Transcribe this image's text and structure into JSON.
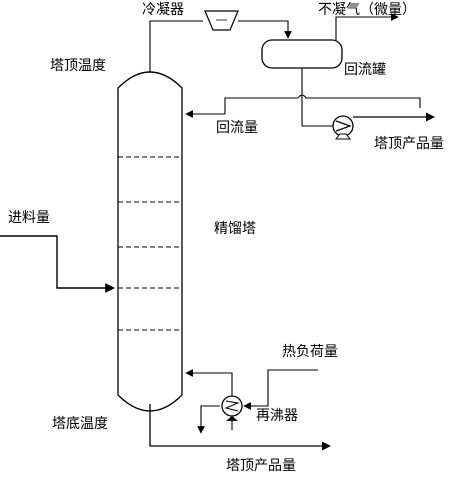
{
  "labels": {
    "condenser": "冷凝器",
    "non_condensable": "不凝气（微量）",
    "top_temperature": "塔顶温度",
    "reflux_drum": "回流罐",
    "reflux_flow": "回流量",
    "top_product_upper": "塔顶产品量",
    "feed_flow": "进料量",
    "column": "精馏塔",
    "heat_load": "热负荷量",
    "reboiler": "再沸器",
    "bottom_temperature": "塔底温度",
    "top_product_lower": "塔顶产品量"
  },
  "colors": {
    "line": "#000000",
    "tray": "#000000",
    "background": "#ffffff"
  }
}
